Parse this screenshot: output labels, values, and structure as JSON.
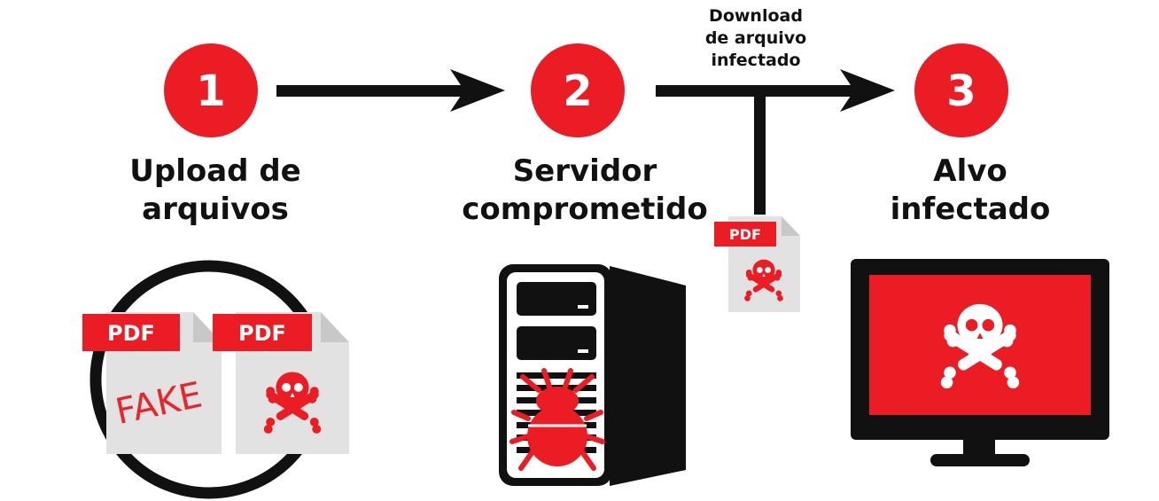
{
  "steps": [
    {
      "number": "1",
      "title_line1": "Upload de",
      "title_line2": "arquivos"
    },
    {
      "number": "2",
      "title_line1": "Servidor",
      "title_line2": "comprometido"
    },
    {
      "number": "3",
      "title_line1": "Alvo",
      "title_line2": "infectado"
    }
  ],
  "download_label": {
    "line1": "Download",
    "line2": "de arquivo",
    "line3": "infectado"
  },
  "files": {
    "pdf_label": "PDF",
    "fake_text": "FAKE"
  },
  "colors": {
    "accent": "#ec1c24",
    "dark": "#111111",
    "paper": "#e2e2e2"
  },
  "icons": [
    "step-1-badge",
    "step-2-badge",
    "step-3-badge",
    "arrow-right-icon",
    "pdf-file-icon",
    "skull-crossbones-icon",
    "server-tower-icon",
    "bug-icon",
    "monitor-icon"
  ]
}
